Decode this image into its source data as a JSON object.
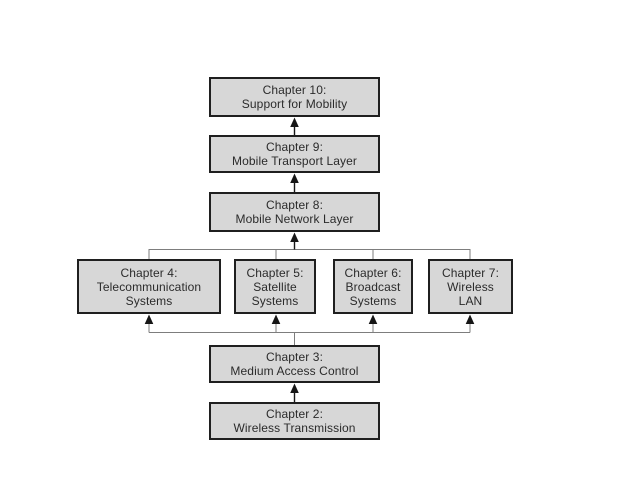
{
  "diagram": {
    "type": "flowchart",
    "description_visible_content_only": "chapter dependency diagram, arrows point upward",
    "colors": {
      "background": "#ffffff",
      "box_fill": "#d7d7d7",
      "box_border": "#1f1f1f",
      "text": "#2b2b2b",
      "connector_line": "#7d7d7d",
      "arrow": "#161616"
    },
    "nodes": {
      "ch10": {
        "lines": [
          "Chapter 10:",
          "Support for Mobility"
        ]
      },
      "ch9": {
        "lines": [
          "Chapter 9:",
          "Mobile Transport Layer"
        ]
      },
      "ch8": {
        "lines": [
          "Chapter 8:",
          "Mobile Network Layer"
        ]
      },
      "ch4": {
        "lines": [
          "Chapter 4:",
          "Telecommunication",
          "Systems"
        ]
      },
      "ch5": {
        "lines": [
          "Chapter 5:",
          "Satellite",
          "Systems"
        ]
      },
      "ch6": {
        "lines": [
          "Chapter 6:",
          "Broadcast",
          "Systems"
        ]
      },
      "ch7": {
        "lines": [
          "Chapter 7:",
          "Wireless",
          "LAN"
        ]
      },
      "ch3": {
        "lines": [
          "Chapter 3:",
          "Medium Access Control"
        ]
      },
      "ch2": {
        "lines": [
          "Chapter 2:",
          "Wireless Transmission"
        ]
      }
    },
    "edges": [
      {
        "from": "Chapter 2",
        "to": "Chapter 3"
      },
      {
        "from": "Chapter 3",
        "to": "Chapter 4"
      },
      {
        "from": "Chapter 3",
        "to": "Chapter 5"
      },
      {
        "from": "Chapter 3",
        "to": "Chapter 6"
      },
      {
        "from": "Chapter 3",
        "to": "Chapter 7"
      },
      {
        "from": "Chapter 4",
        "to": "Chapter 8"
      },
      {
        "from": "Chapter 5",
        "to": "Chapter 8"
      },
      {
        "from": "Chapter 6",
        "to": "Chapter 8"
      },
      {
        "from": "Chapter 7",
        "to": "Chapter 8"
      },
      {
        "from": "Chapter 8",
        "to": "Chapter 9"
      },
      {
        "from": "Chapter 9",
        "to": "Chapter 10"
      }
    ]
  }
}
